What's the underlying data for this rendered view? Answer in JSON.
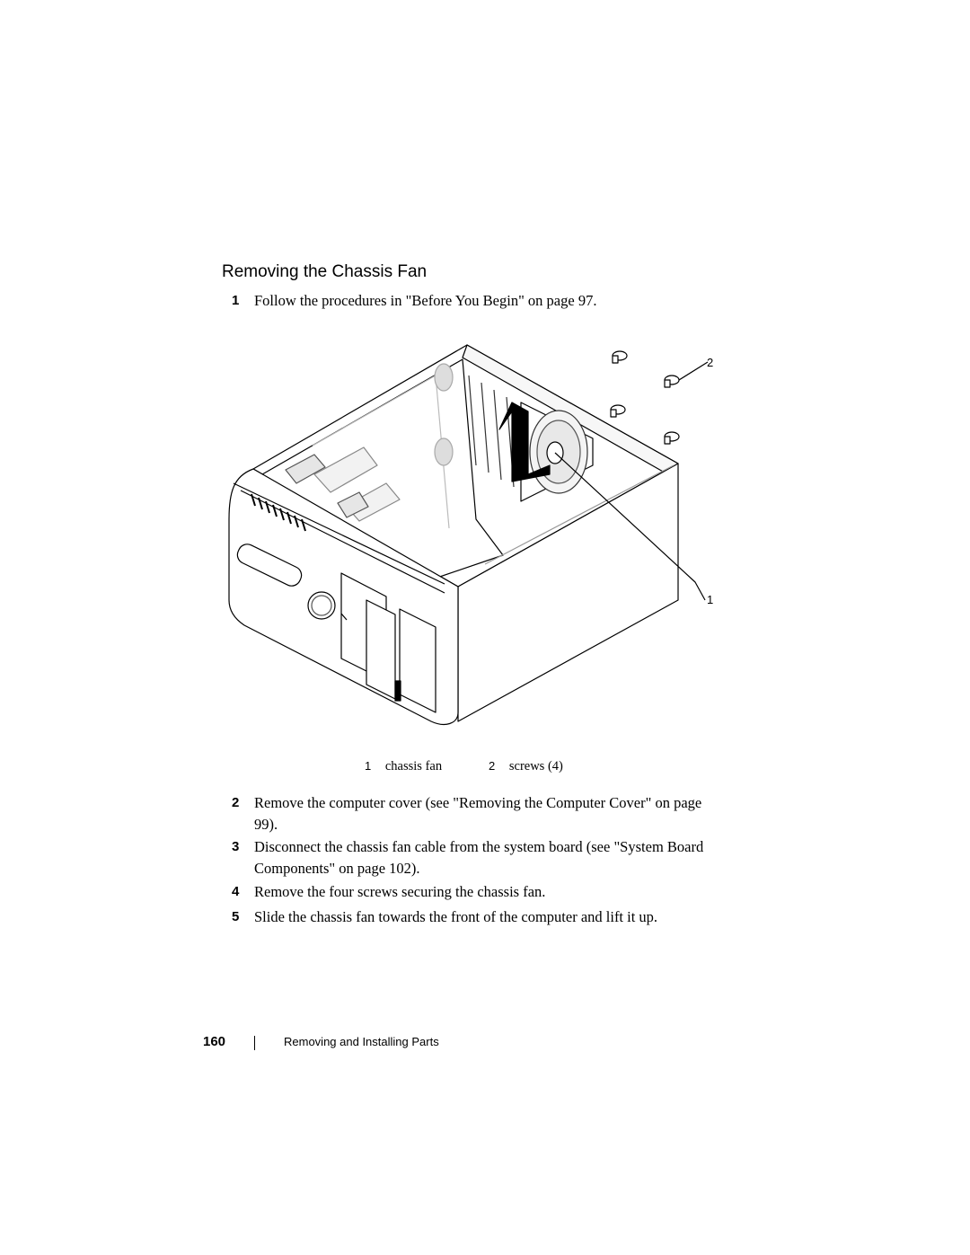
{
  "section_title": "Removing the Chassis Fan",
  "steps": [
    {
      "num": "1",
      "text": "Follow the procedures in \"Before You Begin\" on page 97."
    },
    {
      "num": "2",
      "text": "Remove the computer cover (see \"Removing the Computer Cover\" on page 99)."
    },
    {
      "num": "3",
      "text": "Disconnect the chassis fan cable from the system board (see \"System Board Components\" on page 102)."
    },
    {
      "num": "4",
      "text": "Remove the four screws securing the chassis fan."
    },
    {
      "num": "5",
      "text": "Slide the chassis fan towards the front of the computer and lift it up."
    }
  ],
  "figure": {
    "callouts": [
      "1",
      "2"
    ],
    "legend": [
      {
        "num": "1",
        "label": "chassis fan"
      },
      {
        "num": "2",
        "label": "screws (4)"
      }
    ]
  },
  "footer": {
    "page_number": "160",
    "chapter": "Removing and Installing Parts"
  }
}
